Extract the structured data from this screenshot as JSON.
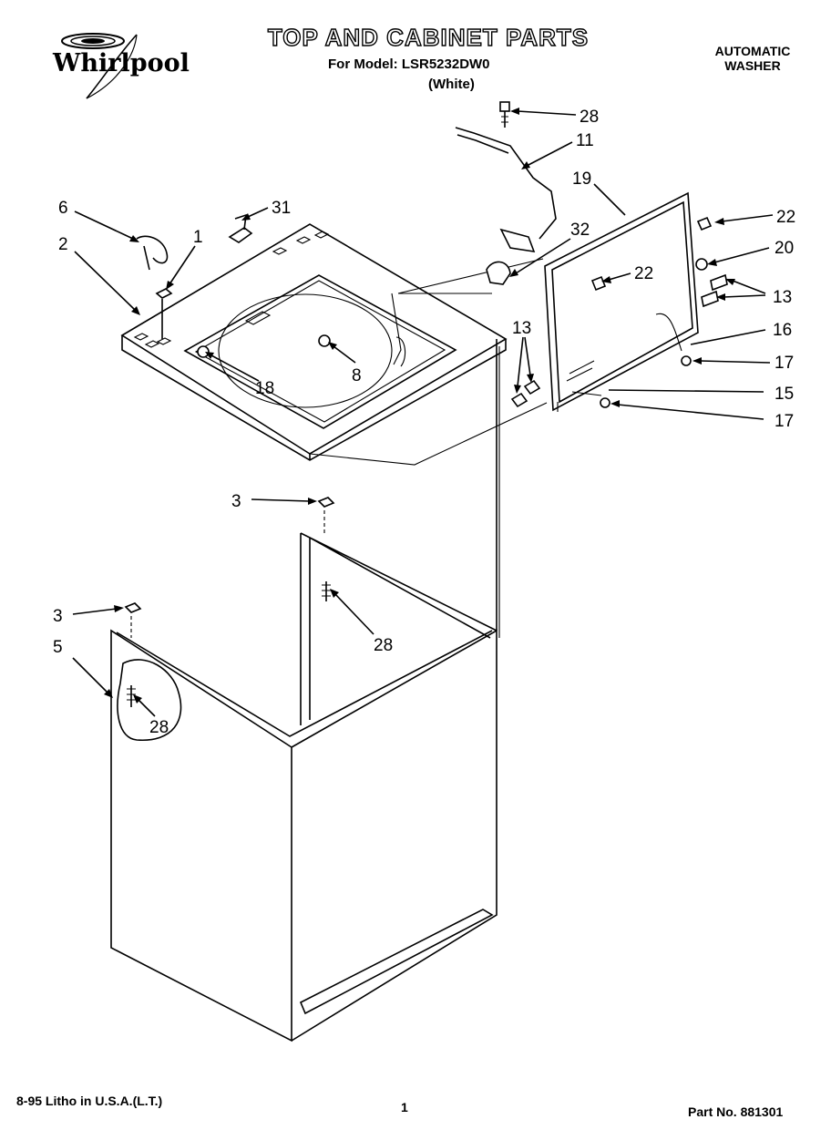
{
  "header": {
    "brand": "Whirlpool",
    "title": "TOP AND CABINET PARTS",
    "model_line": "For Model: LSR5232DW0",
    "color_line": "(White)",
    "product_line1": "AUTOMATIC",
    "product_line2": "WASHER"
  },
  "callouts": {
    "c28a": "28",
    "c11": "11",
    "c19": "19",
    "c22a": "22",
    "c20": "20",
    "c22b": "22",
    "c13a": "13",
    "c16": "16",
    "c17a": "17",
    "c15": "15",
    "c17b": "17",
    "c13b": "13",
    "c6": "6",
    "c31": "31",
    "c32": "32",
    "c2": "2",
    "c1": "1",
    "c8": "8",
    "c18": "18",
    "c3a": "3",
    "c28b": "28",
    "c3b": "3",
    "c5": "5",
    "c28c": "28"
  },
  "footer": {
    "litho": "8-95 Litho in U.S.A.(L.T.)",
    "page": "1",
    "part_no": "Part No. 881301"
  }
}
